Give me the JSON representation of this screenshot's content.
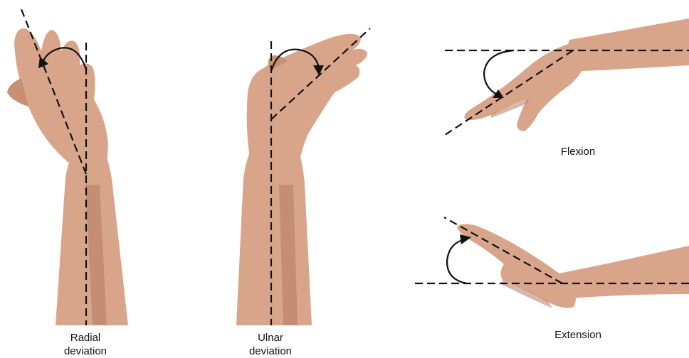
{
  "panels": [
    {
      "id": "radial",
      "line1": "Radial",
      "line2": "deviation"
    },
    {
      "id": "ulnar",
      "line1": "Ulnar",
      "line2": "deviation"
    },
    {
      "id": "flexion",
      "line1": "Flexion"
    },
    {
      "id": "extension",
      "line1": "Extension"
    }
  ],
  "colors": {
    "skin": "#d9a58a",
    "line": "#111111",
    "background": "#ffffff"
  }
}
